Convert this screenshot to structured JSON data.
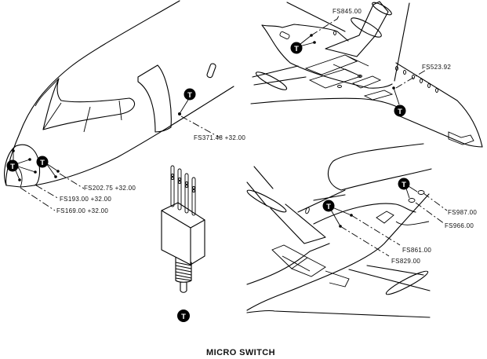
{
  "figure": {
    "title": "MICRO SWITCH",
    "marker_symbol": "T",
    "legend_marker_label": "T"
  },
  "views": {
    "nose_view": {
      "station_labels": [
        "FS371.48 +32.00",
        "FS202.75 +32.00",
        "FS193.00 +32.00",
        "FS169.00 +32.00"
      ]
    },
    "upper_right_view": {
      "station_labels": [
        "FS845.00",
        "FS523.92"
      ]
    },
    "lower_right_view": {
      "station_labels": [
        "FS987.00",
        "FS966.00",
        "FS861.00",
        "FS829.00"
      ]
    }
  },
  "colors": {
    "ink": "#000000",
    "background": "#ffffff"
  }
}
